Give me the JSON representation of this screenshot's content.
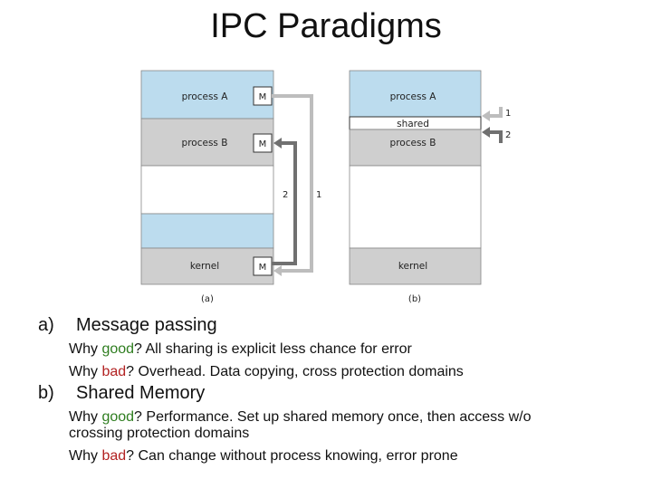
{
  "title": "IPC Paradigms",
  "diagram_a": {
    "process_a": "process A",
    "process_b": "process B",
    "kernel": "kernel",
    "message_box": "M",
    "arrow_1": "1",
    "arrow_2": "2",
    "caption": "(a)"
  },
  "diagram_b": {
    "process_a": "process A",
    "shared": "shared",
    "process_b": "process B",
    "kernel": "kernel",
    "arrow_1": "1",
    "arrow_2": "2",
    "caption": "(b)"
  },
  "colors": {
    "process_blue": "#bcdcee",
    "gray_region": "#cfcfcf",
    "arrow_gray": "#707070",
    "good": "#2e7d1f",
    "bad": "#b22222"
  },
  "bullets": [
    {
      "marker": "a)",
      "heading": "Message passing",
      "lines": [
        {
          "pre": "Why ",
          "highlight": "good",
          "post": "? All sharing is explicit less chance for error"
        },
        {
          "pre": "Why ",
          "highlight": "bad",
          "post": "? Overhead. Data copying, cross protection domains"
        }
      ]
    },
    {
      "marker": "b)",
      "heading": "Shared Memory",
      "lines": [
        {
          "pre": "Why ",
          "highlight": "good",
          "post": "? Performance. Set up shared memory once, then access w/o"
        },
        {
          "pre": "",
          "highlight": "",
          "post": "crossing protection domains"
        },
        {
          "pre": "Why ",
          "highlight": "bad",
          "post": "? Can change without process knowing, error prone"
        }
      ]
    }
  ]
}
